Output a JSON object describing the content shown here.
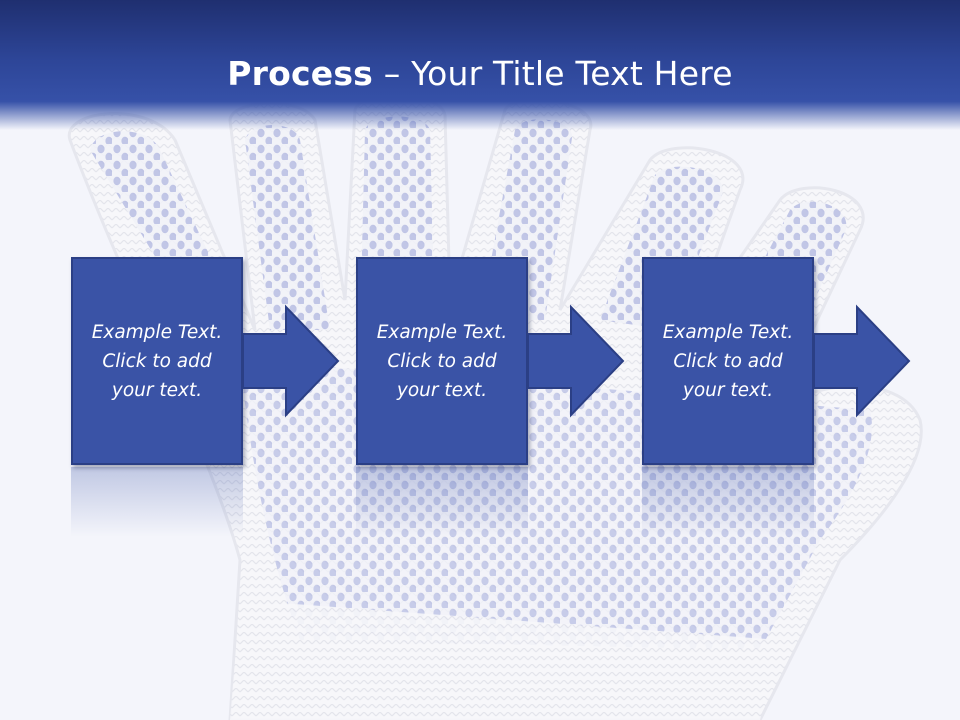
{
  "slide": {
    "title_bold": "Process",
    "title_rest": " – Your Title Text Here"
  },
  "steps": [
    {
      "line1": "Example Text.",
      "line2": "Click  to add",
      "line3": "your text."
    },
    {
      "line1": "Example Text.",
      "line2": "Click  to add",
      "line3": "your text."
    },
    {
      "line1": "Example Text.",
      "line2": "Click  to add",
      "line3": "your text."
    }
  ],
  "colors": {
    "header": "#2d4597",
    "box": "#3a53a6",
    "box_border": "#2b3f85",
    "text": "#ffffff"
  }
}
